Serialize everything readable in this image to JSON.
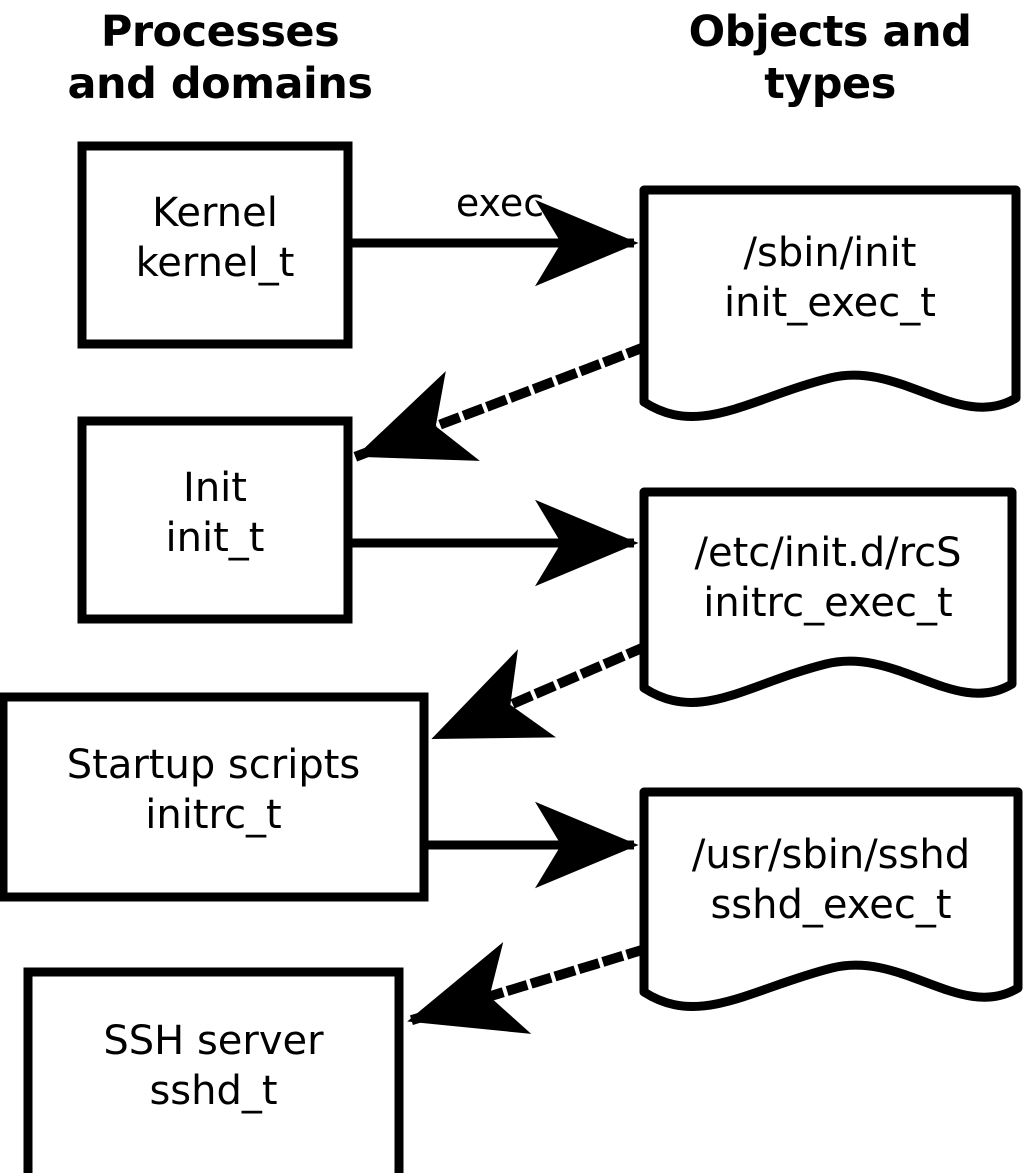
{
  "diagram": {
    "title_left": "Processes\nand domains",
    "title_right": "Objects and\ntypes",
    "stroke_color": "#000000",
    "fill_color": "#ffffff",
    "process_nodes": [
      {
        "name": "kernel",
        "label": "Kernel\nkernel_t"
      },
      {
        "name": "init",
        "label": "Init\ninit_t"
      },
      {
        "name": "startup-scripts",
        "label": "Startup scripts\ninitrc_t"
      },
      {
        "name": "ssh-server",
        "label": "SSH server\nsshd_t"
      }
    ],
    "object_nodes": [
      {
        "name": "sbin-init",
        "label": "/sbin/init\ninit_exec_t"
      },
      {
        "name": "etc-initd-rcs",
        "label": "/etc/init.d/rcS\ninitrc_exec_t"
      },
      {
        "name": "usr-sbin-sshd",
        "label": "/usr/sbin/sshd\nsshd_exec_t"
      }
    ],
    "edges": [
      {
        "name": "kernel-exec-sbin-init",
        "label": "exec",
        "style": "solid",
        "from": "kernel",
        "to": "sbin-init"
      },
      {
        "name": "sbin-init-transition-init",
        "label": "",
        "style": "dotted",
        "from": "sbin-init",
        "to": "init"
      },
      {
        "name": "init-exec-rcs",
        "label": "",
        "style": "solid",
        "from": "init",
        "to": "etc-initd-rcs"
      },
      {
        "name": "rcs-transition-initrc",
        "label": "",
        "style": "dotted",
        "from": "etc-initd-rcs",
        "to": "startup-scripts"
      },
      {
        "name": "initrc-exec-sshd",
        "label": "",
        "style": "solid",
        "from": "startup-scripts",
        "to": "usr-sbin-sshd"
      },
      {
        "name": "sshd-exec-transition-sshd",
        "label": "",
        "style": "dotted",
        "from": "usr-sbin-sshd",
        "to": "ssh-server"
      }
    ]
  }
}
